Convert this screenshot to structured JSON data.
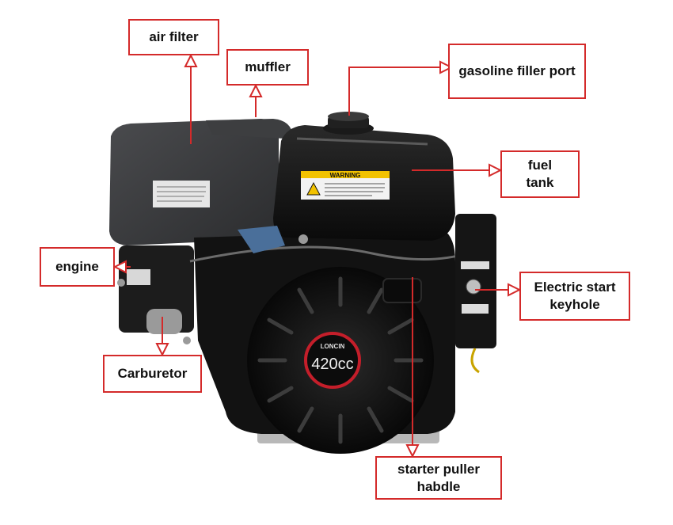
{
  "labels": {
    "air_filter": "air filter",
    "muffler": "muffler",
    "gasoline_filler_port": "gasoline filler port",
    "fuel_tank": "fuel tank",
    "engine": "engine",
    "electric_start_keyhole": "Electric start keyhole",
    "carburetor": "Carburetor",
    "starter_puller_handle": "starter puller habdle"
  },
  "engine_markings": {
    "warning_title": "WARNING",
    "brand": "LONCIN",
    "displacement": "420cc"
  },
  "colors": {
    "annotation": "#d42a2a",
    "engine_body": "#141414",
    "shroud": "#3a3b3d",
    "warning_bg": "#f2c200",
    "badge_ring": "#c41e2a"
  }
}
